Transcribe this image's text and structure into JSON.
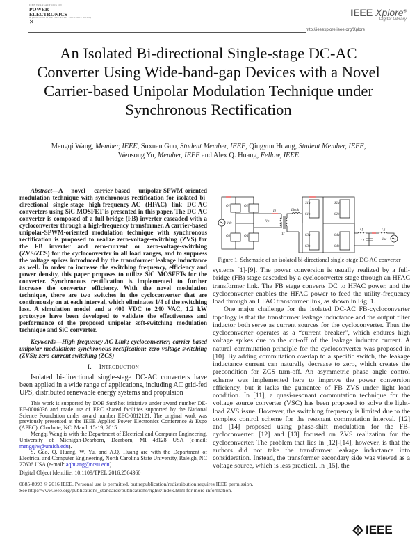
{
  "header": {
    "journal_small": "IEEE TRANSACTIONS ON",
    "journal_line1": "POWER",
    "journal_line2": "ELECTRONICS",
    "journal_sub": "A publication of the IEEE Power Electronics Society",
    "xplore_brand": "IEEE",
    "xplore_name": "Xplore",
    "xplore_sub": "Digital Library",
    "xplore_url": "http://ieeexplore.ieee.org/Xplore"
  },
  "title": "An Isolated Bi-directional Single-stage DC-AC Converter Using Wide-band-gap Devices with a Novel Carrier-based Unipolar Modulation Technique under Synchronous Rectification",
  "authors": {
    "line1": [
      {
        "name": "Mengqi Wang",
        "role": "Member, IEEE"
      },
      {
        "name": "Suxuan Guo",
        "role": "Student Member, IEEE"
      },
      {
        "name": "Qingyun Huang",
        "role": "Student Member, IEEE"
      }
    ],
    "line2": [
      {
        "name": "Wensong Yu",
        "role": "Member, IEEE"
      },
      {
        "name": "Alex Q. Huang",
        "role": "Fellow, IEEE"
      }
    ]
  },
  "abstract": {
    "label": "Abstract",
    "text": "—A novel carrier-based unipolar-SPWM-oriented modulation technique with synchronous rectification for isolated bi-directional single-stage high-frequency-AC (HFAC) link DC-AC converters using SiC MOSFET is presented in this paper. The DC-AC converter is composed of a full-bridge (FB) inverter cascaded with a cycloconverter through a high-frequency transformer. A carrier-based unipolar-SPWM-oriented modulation technique with synchronous rectification is proposed to realize zero-voltage-switching (ZVS) for the FB inverter and zero-current or zero-voltage-switching (ZVS/ZCS) for the cycloconverter in all load ranges, and to suppress the voltage spikes introduced by the transformer leakage inductance as well. In order to increase the switching frequency, efficiency and power density, this paper proposes to utilize SiC MOSFETs for the converter. Synchronous rectification is implemented to further increase the converter efficiency. With the novel modulation technique, there are two switches in the cycloconverter that are continuously on at each interval, which eliminates 1/4 of the switching loss. A simulation model and a 400 VDC to 240 VAC, 1.2 kW prototype have been developed to validate the effectiveness and performance of the proposed unipolar soft-switching modulation technique and SiC converter."
  },
  "keywords": {
    "label": "Keywords",
    "text": "—High-frequency AC Link; cycloconverter; carrier-based unipolar modulation; synchronous rectification; zero-voltage switching (ZVS); zero-current switching (ZCS)"
  },
  "intro": {
    "number": "I.",
    "heading": "Introduction",
    "p1_left": "Isolated bi-directional single-stage DC-AC converters have been applied in a wide range of applications, including AC grid-fed UPS, distributed renewable energy systems and propulsion"
  },
  "footnotes": {
    "funding": "This work is supported by DOE SunShot initiative under award number DE-EE-0006036 and made use of ERC shared facilities supported by the National Science Foundation under award number EEC-0812121. The original work was previously presented at the IEEE Applied Power Electronics Conference & Expo (APEC), Charlotte, NC, March 15-19, 2015.",
    "author1_pre": "Mengqi Wang is with the Department of Electrical and Computer Engineering, University of Michigan-Dearborn, Dearborn, MI 48128 USA (e-mail: ",
    "author1_email": "mengqiw@umich.edu",
    "author1_post": ").",
    "author2_pre": "S. Guo, Q. Huang, W. Yu, and A.Q. Huang are with the Department of Electrical and Computer Engineering, North Carolina State University, Raleigh, NC 27606 USA (e-mail: ",
    "author2_email": "aqhuang@ncsu.edu",
    "author2_post": ").",
    "doi": "Digital Object Identifier 10.1109/TPEL.2016.2564360"
  },
  "copyright": {
    "line1": "0885-8993 © 2016 IEEE. Personal use is permitted, but republication/redistribution requires IEEE permission.",
    "line2": "See http://www.ieee.org/publications_standards/publications/rights/index.html for more information."
  },
  "footer_logo": "IEEE",
  "figure": {
    "caption": "Figure 1. Schematic of an isolated bi-directional single-stage DC-AC converter",
    "labels": {
      "vdc": "Vdc",
      "q1": "Q1",
      "q2": "Q2",
      "q3": "Q3",
      "q4": "Q4",
      "ip": "Ip",
      "vp": "Vp",
      "tr": "Tr",
      "lleak": "Lleak",
      "s1a": "S1a",
      "s1b": "S1b",
      "s2a": "S2a",
      "s2b": "S2b",
      "s3a": "S3a",
      "s3b": "S3b",
      "s4a": "S4a",
      "s4b": "S4b",
      "lf": "Lf",
      "cf": "Cf",
      "lg": "Lg",
      "vac": "Vac"
    },
    "arrow_color": "#e02020"
  },
  "right_column": {
    "p1": "systems [1]-[9]. The power conversion is usually realized by a full-bridge (FB) stage cascaded by a cycloconverter stage through an HFAC transformer link. The FB stage converts DC to HFAC power, and the cycloconverter enables the HFAC power to feed the utility-frequency load through an HFAC transformer link, as shown in Fig. 1.",
    "p2": "One major challenge for the isolated DC-AC FB-cycloconverter topology is that the transformer leakage inductance and the output filter inductor both serve as current sources for the cycloconverter. Thus the cycloconverter operates as a “current breaker”, which endures high voltage spikes due to the cut-off of the leakage inductor current. A natural commutation principle for the cycloconverter was proposed in [10]. By adding commutation overlap to a specific switch, the leakage inductance current can naturally decrease to zero, which creates the precondition for ZCS turn-off. An asymmetric phase angle control scheme was implemented here to improve the power conversion efficiency, but it lacks the guarantee of FB ZVS under light load condition. In [11], a quasi-resonant commutation technique for the voltage source converter (VSC) has been proposed to solve the light-load ZVS issue. However, the switching frequency is limited due to the complex control scheme for the resonant commutation interval. [12] and [14] proposed using phase-shift modulation for the FB-cycloconverter. [12] and [13] focused on ZVS realization for the cycloconverter. The problem that lies in [12]-[14], however, is that the authors did not take the transformer leakage inductance into consideration. Instead, the transformer secondary side was viewed as a voltage source, which is less practical. In [15], the"
  }
}
